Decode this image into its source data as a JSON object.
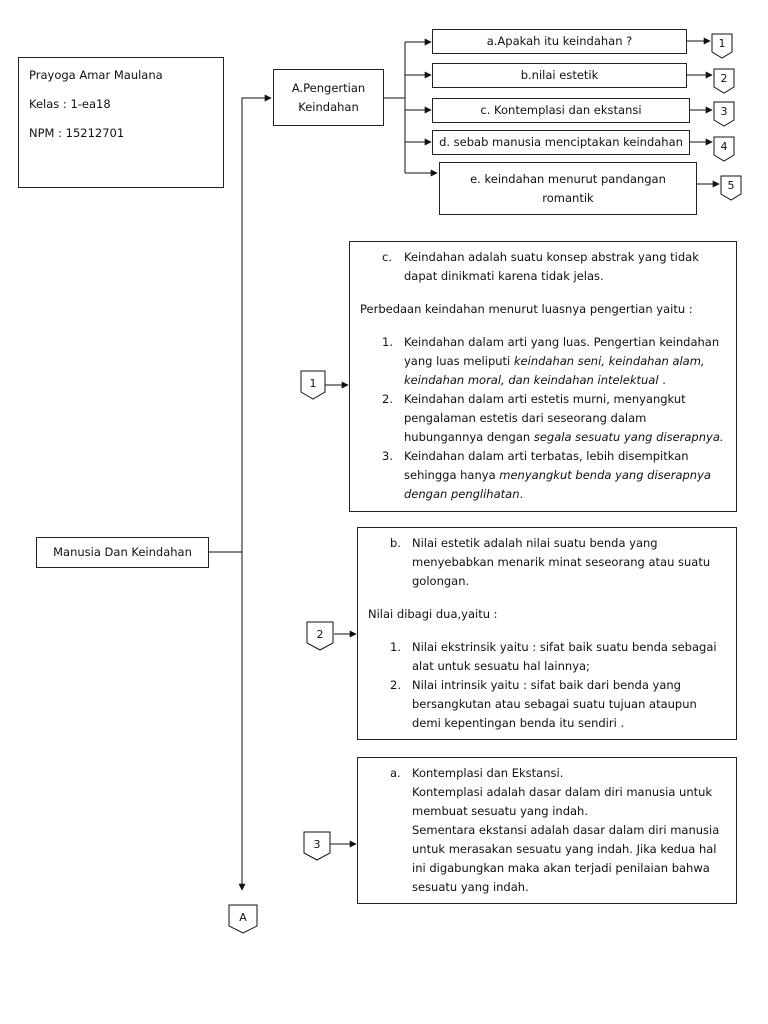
{
  "author": {
    "name": "Prayoga Amar Maulana",
    "kelas": "Kelas : 1-ea18",
    "npm": "NPM : 15212701"
  },
  "root": {
    "label": "Manusia Dan Keindahan"
  },
  "topic": {
    "label": "A.Pengertian Keindahan"
  },
  "subtopics": [
    {
      "label": "a.Apakah itu keindahan ?",
      "ref": "1"
    },
    {
      "label": "b.nilai estetik",
      "ref": "2"
    },
    {
      "label": "c. Kontemplasi dan ekstansi",
      "ref": "3"
    },
    {
      "label": "d. sebab manusia menciptakan keindahan",
      "ref": "4"
    },
    {
      "label": "e. keindahan menurut pandangan romantik",
      "ref": "5"
    }
  ],
  "details": [
    {
      "ref": "1",
      "marker": "c.",
      "heading": "Keindahan adalah suatu konsep abstrak yang tidak dapat dinikmati karena tidak jelas.",
      "intro": "Perbedaan keindahan menurut luasnya pengertian yaitu :",
      "items": [
        {
          "num": "1.",
          "text": "Keindahan dalam arti yang luas. Pengertian keindahan yang luas meliputi ",
          "example": "keindahan seni, keindahan alam, keindahan moral, dan keindahan intelektual",
          "end": " ."
        },
        {
          "num": "2.",
          "text": "Keindahan dalam arti estetis murni, menyangkut pengalaman estetis dari seseorang dalam hubungannya dengan ",
          "example": "segala sesuatu yang diserapnya.",
          "end": ""
        },
        {
          "num": "3.",
          "text": "Keindahan dalam arti terbatas, lebih disempitkan sehingga hanya ",
          "example": "menyangkut benda yang diserapnya dengan penglihatan",
          "end": "."
        }
      ]
    },
    {
      "ref": "2",
      "marker": "b.",
      "heading": "Nilai estetik adalah nilai suatu benda yang menyebabkan menarik minat seseorang atau suatu golongan.",
      "intro": "Nilai dibagi dua,yaitu :",
      "items": [
        {
          "num": "1.",
          "text": "Nilai ekstrinsik yaitu : sifat baik suatu benda sebagai alat untuk sesuatu hal  lainnya;"
        },
        {
          "num": "2.",
          "text": "Nilai intrinsik yaitu : sifat baik dari benda yang bersangkutan atau sebagai suatu tujuan ataupun demi kepentingan benda itu sendiri ."
        }
      ]
    },
    {
      "ref": "3",
      "marker": "a.",
      "heading": "Kontemplasi dan Ekstansi.",
      "paragraphs": [
        "Kontemplasi adalah dasar dalam diri manusia untuk membuat sesuatu yang indah.",
        "Sementara ekstansi adalah dasar dalam diri manusia untuk merasakan sesuatu yang indah. Jika kedua hal ini digabungkan maka akan terjadi penilaian bahwa sesuatu yang indah."
      ]
    }
  ],
  "continuation": {
    "label": "A"
  }
}
